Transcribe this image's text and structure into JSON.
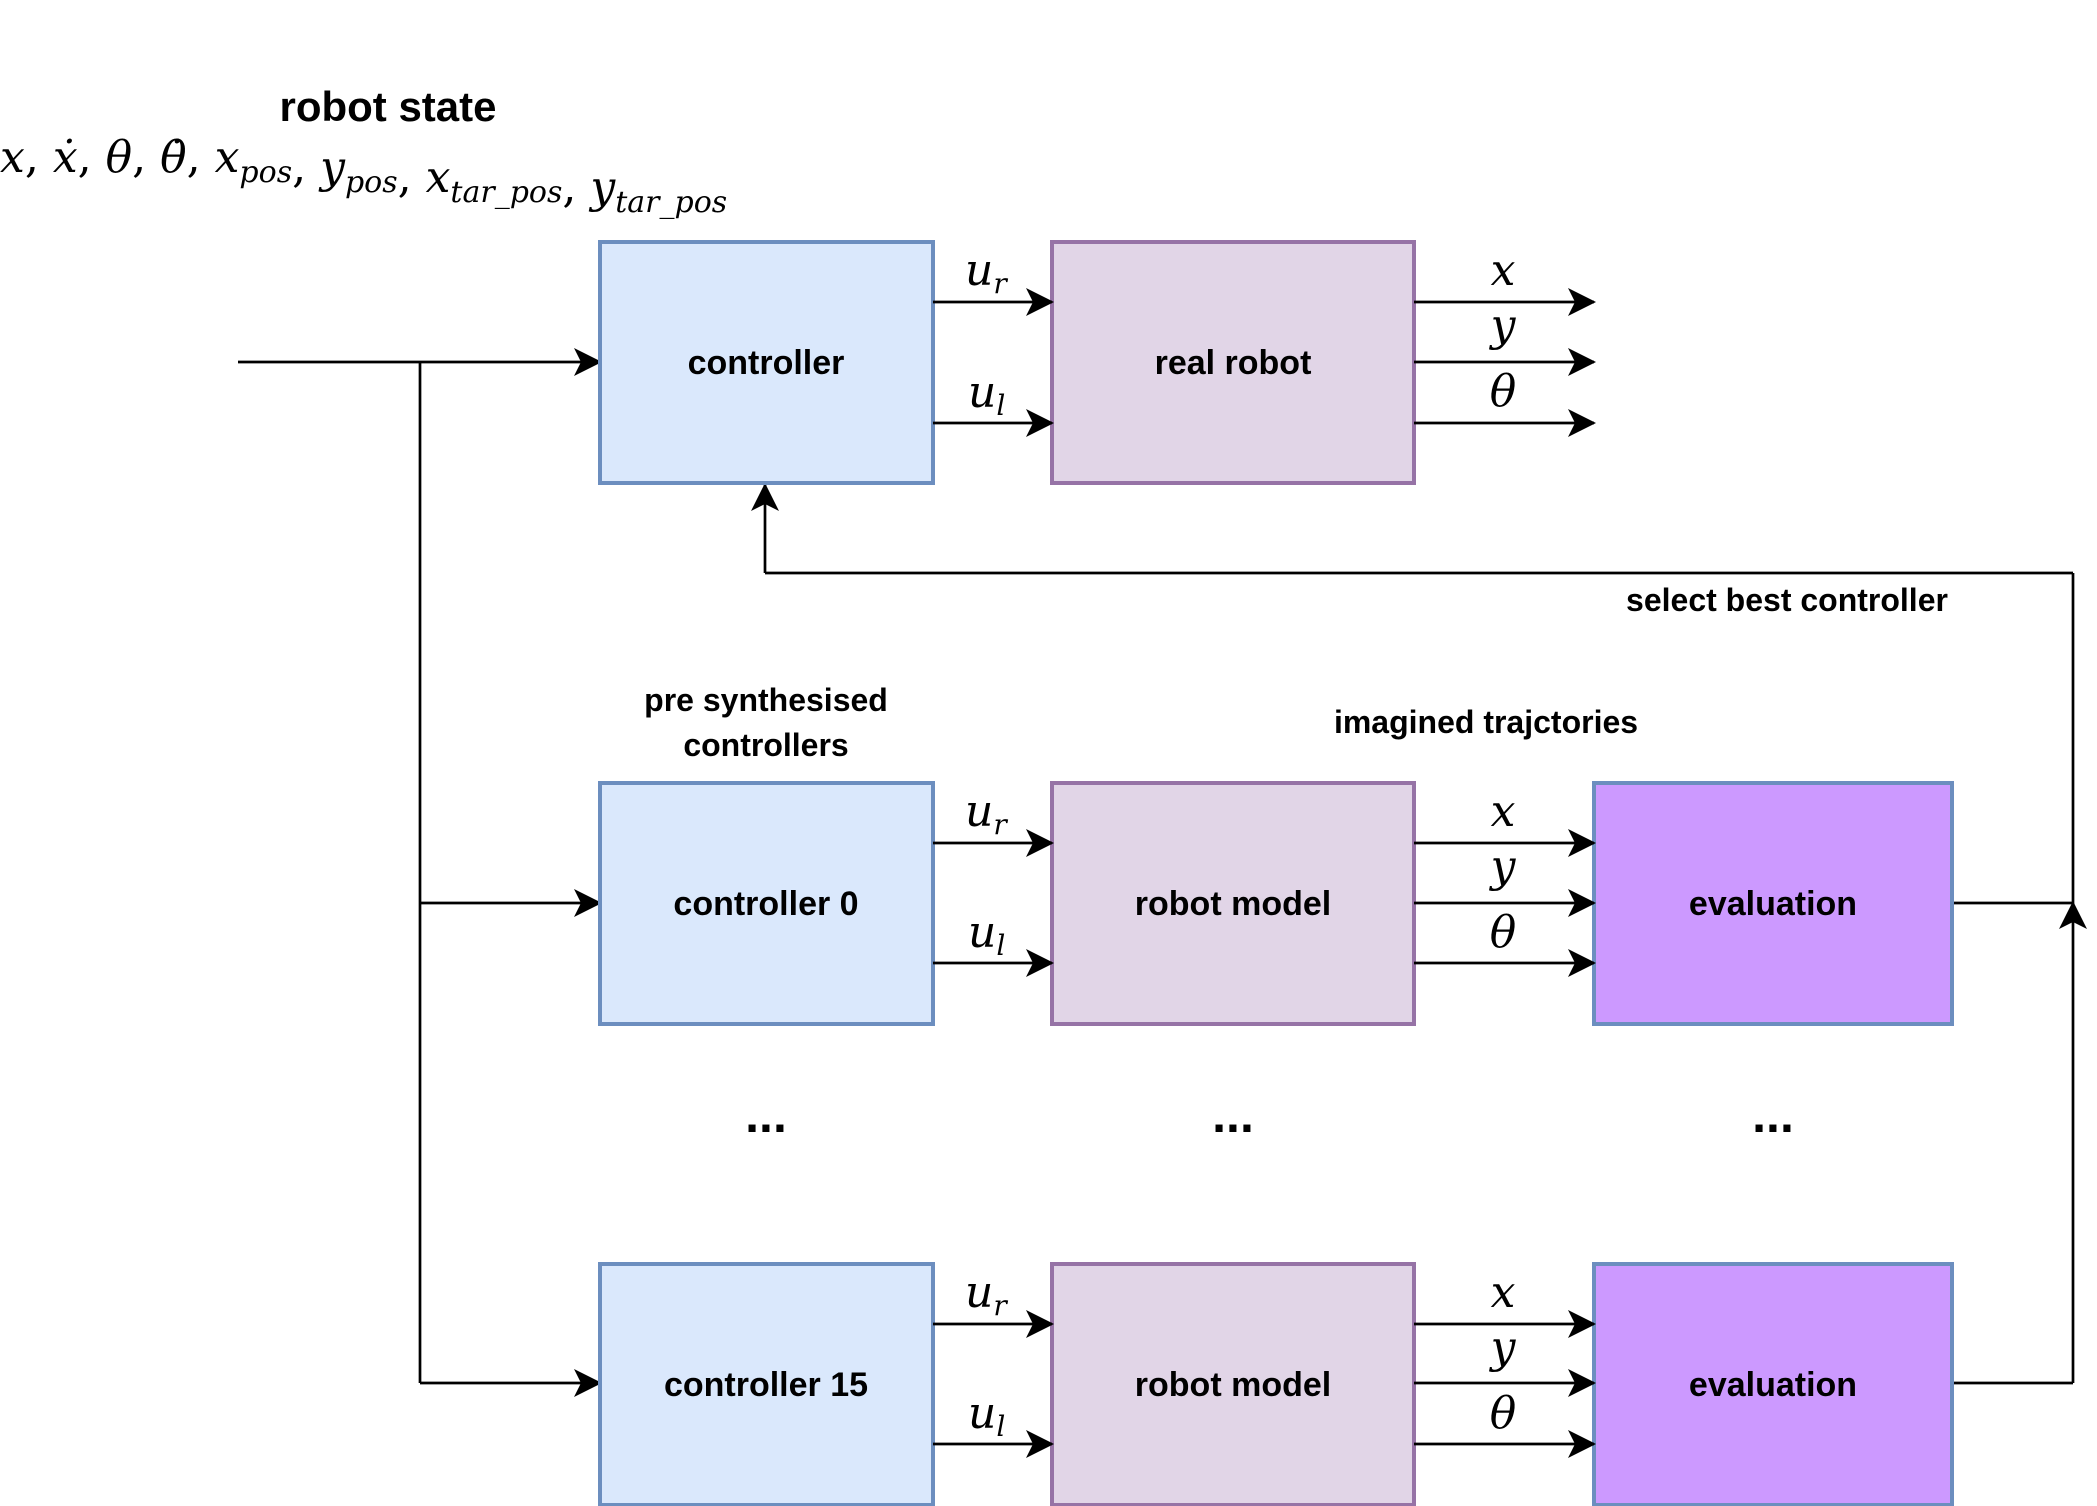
{
  "header": {
    "title": "robot state",
    "state_vars": [
      {
        "base": "x",
        "sub": "",
        "dot": false
      },
      {
        "base": "x",
        "sub": "",
        "dot": true
      },
      {
        "base": "θ",
        "sub": "",
        "dot": false
      },
      {
        "base": "θ",
        "sub": "",
        "dot": true
      },
      {
        "base": "x",
        "sub": "pos",
        "dot": false
      },
      {
        "base": "y",
        "sub": "pos",
        "dot": false
      },
      {
        "base": "x",
        "sub": "tar_pos",
        "dot": false
      },
      {
        "base": "y",
        "sub": "tar_pos",
        "dot": false
      }
    ]
  },
  "captions": {
    "select_best": "select best controller",
    "pre_synth_line1": "pre synthesised",
    "pre_synth_line2": "controllers",
    "imagined": "imagined trajctories"
  },
  "top_row": {
    "controller": "controller",
    "robot": "real robot"
  },
  "row0": {
    "controller": "controller 0",
    "robot": "robot model",
    "evaluation": "evaluation"
  },
  "row15": {
    "controller": "controller 15",
    "robot": "robot model",
    "evaluation": "evaluation"
  },
  "ellipsis": "...",
  "signals": {
    "u_r": {
      "base": "u",
      "sub": "r"
    },
    "u_l": {
      "base": "u",
      "sub": "l"
    },
    "x": "x",
    "y": "y",
    "theta": "θ"
  },
  "colors": {
    "controller_fill": "#dae8fc",
    "controller_stroke": "#6c8ebf",
    "robot_fill": "#e1d5e7",
    "robot_stroke": "#9673a6",
    "evaluation_fill": "#cc99ff",
    "evaluation_stroke": "#6c8ebf"
  }
}
